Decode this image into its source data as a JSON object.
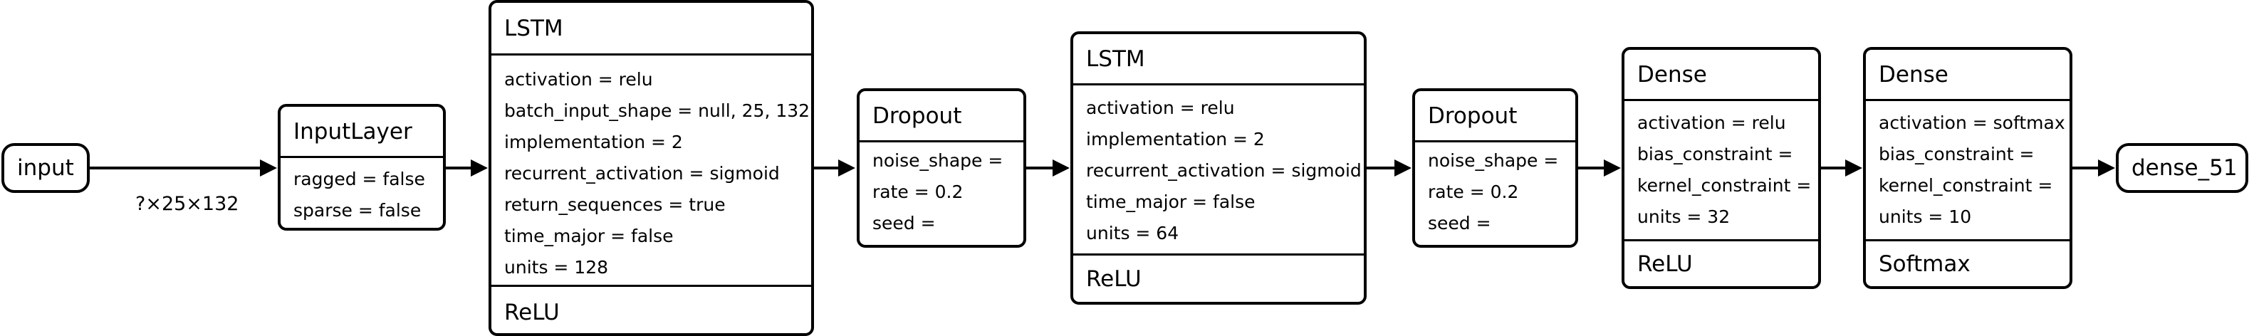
{
  "terminals": {
    "input": "input",
    "output": "dense_51"
  },
  "input_shape_label": "?×25×132",
  "layers": [
    {
      "title": "InputLayer",
      "attrs": [
        "ragged = false",
        "sparse = false"
      ],
      "activation": ""
    },
    {
      "title": "LSTM",
      "attrs": [
        "activation = relu",
        "batch_input_shape = null, 25, 132",
        "implementation = 2",
        "recurrent_activation = sigmoid",
        "return_sequences = true",
        "time_major = false",
        "units = 128"
      ],
      "activation": "ReLU"
    },
    {
      "title": "Dropout",
      "attrs": [
        "noise_shape =",
        "rate = 0.2",
        "seed ="
      ],
      "activation": ""
    },
    {
      "title": "LSTM",
      "attrs": [
        "activation = relu",
        "implementation = 2",
        "recurrent_activation = sigmoid",
        "time_major = false",
        "units = 64"
      ],
      "activation": "ReLU"
    },
    {
      "title": "Dropout",
      "attrs": [
        "noise_shape =",
        "rate = 0.2",
        "seed ="
      ],
      "activation": ""
    },
    {
      "title": "Dense",
      "attrs": [
        "activation = relu",
        "bias_constraint =",
        "kernel_constraint =",
        "units = 32"
      ],
      "activation": "ReLU"
    },
    {
      "title": "Dense",
      "attrs": [
        "activation = softmax",
        "bias_constraint =",
        "kernel_constraint =",
        "units = 10"
      ],
      "activation": "Softmax"
    }
  ]
}
